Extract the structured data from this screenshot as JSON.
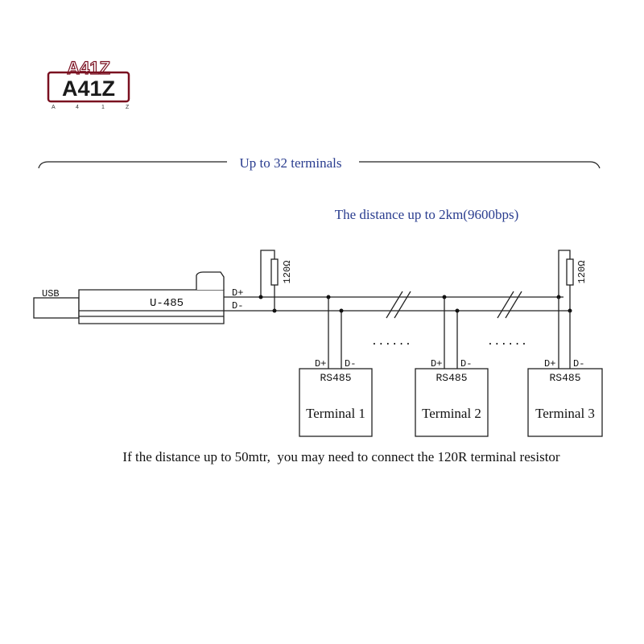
{
  "logo": {
    "top_text": "A41Z",
    "main_text": "A41Z",
    "small_letters": [
      "A",
      "4",
      "1",
      "Z"
    ]
  },
  "diagram": {
    "range_label": "Up to 32 terminals",
    "distance_label": "The distance up to 2km(9600bps)",
    "usb_label": "USB",
    "device_label": "U-485",
    "bus_dplus": "D+",
    "bus_dminus": "D-",
    "resistor_left": "120Ω",
    "resistor_right": "120Ω",
    "ellipsis_1": "......",
    "ellipsis_2": "......",
    "terminals": [
      {
        "dplus": "D+",
        "dminus": "D-",
        "interface": "RS485",
        "name": "Terminal 1"
      },
      {
        "dplus": "D+",
        "dminus": "D-",
        "interface": "RS485",
        "name": "Terminal 2"
      },
      {
        "dplus": "D+",
        "dminus": "D-",
        "interface": "RS485",
        "name": "Terminal 3"
      }
    ],
    "footnote": "If the distance up to 50mtr,  you may need to connect the 120R terminal resistor"
  },
  "colors": {
    "label_blue": "#2a3d8f",
    "line": "#222222",
    "logo": "#7a1020"
  }
}
